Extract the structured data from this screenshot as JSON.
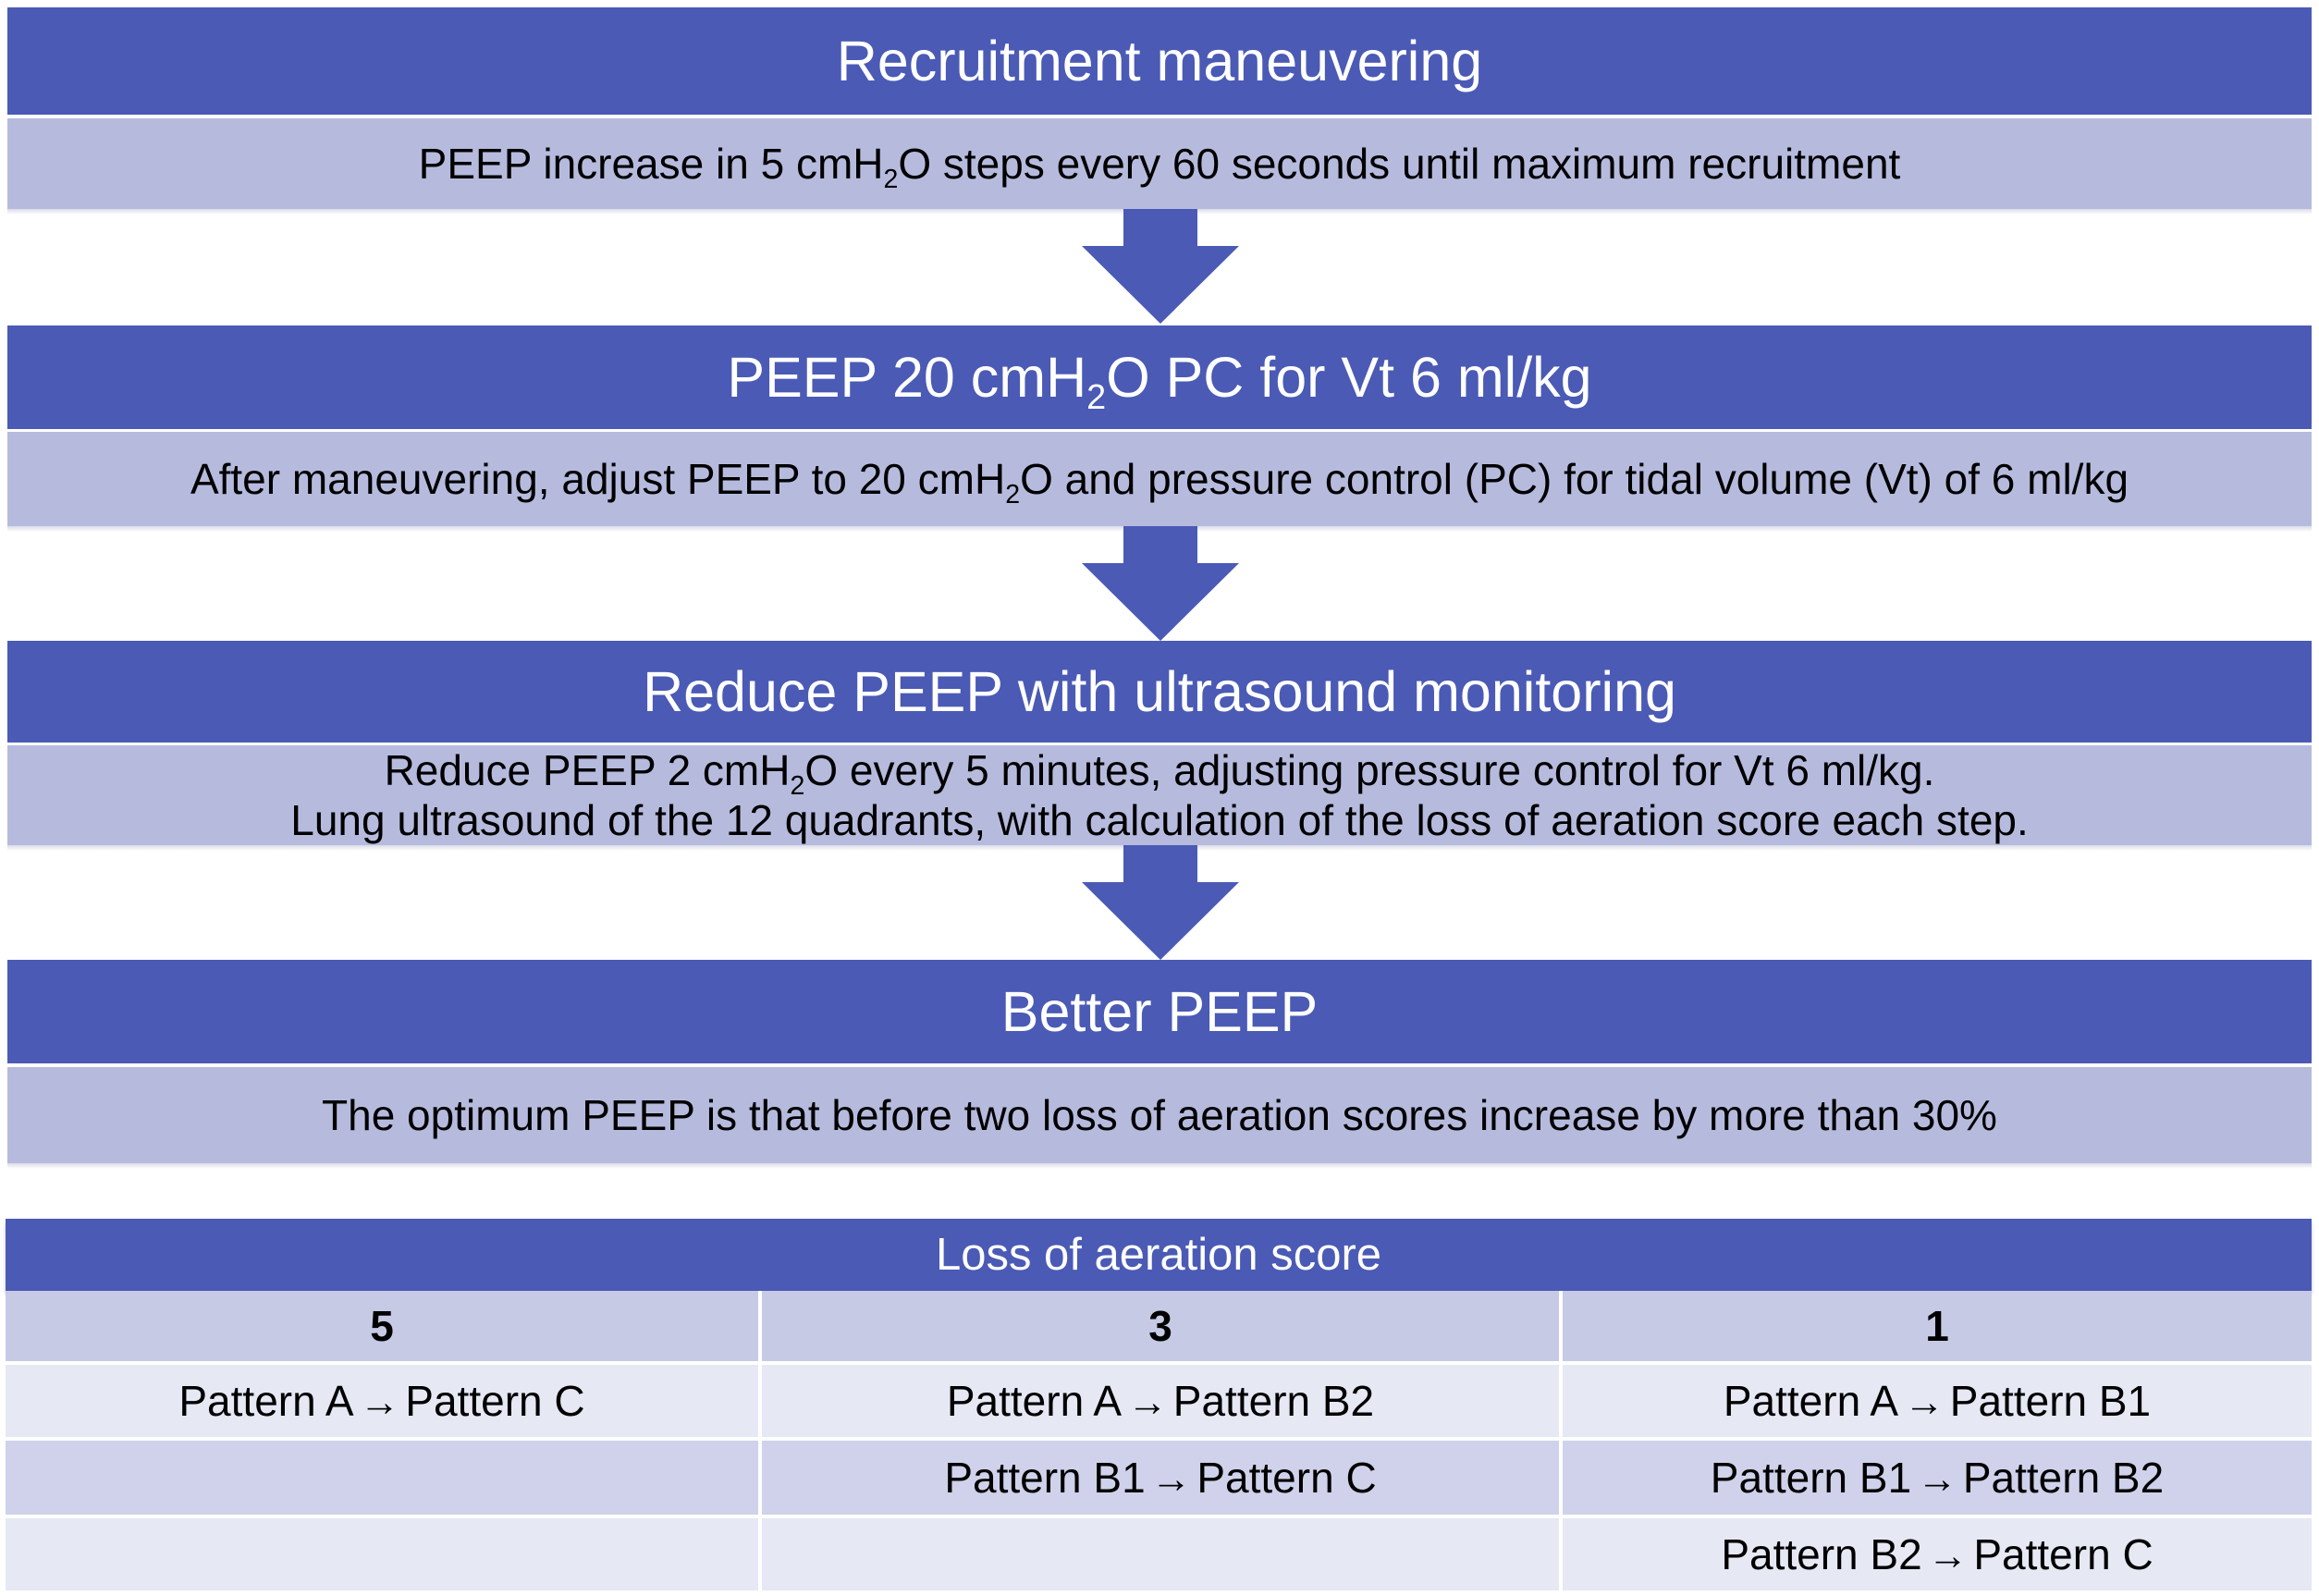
{
  "steps": [
    {
      "title": "Recruitment maneuvering",
      "description": [
        "PEEP increase in 5 cmH₂O steps every 60 seconds until maximum recruitment"
      ]
    },
    {
      "title": "PEEP 20 cmH₂O PC for Vt 6 ml/kg",
      "description": [
        "After maneuvering, adjust PEEP to 20 cmH₂O and pressure control (PC) for tidal volume (Vt) of 6 ml/kg"
      ]
    },
    {
      "title": "Reduce PEEP with ultrasound monitoring",
      "description": [
        "Reduce PEEP 2 cmH₂O every 5 minutes, adjusting pressure control for Vt 6 ml/kg.",
        "Lung ultrasound of the 12 quadrants, with calculation of the loss of aeration score each step."
      ]
    },
    {
      "title": "Better PEEP",
      "description": [
        "The optimum PEEP is that before two loss of aeration scores increase by more than 30%"
      ]
    }
  ],
  "score_table": {
    "title": "Loss of aeration score",
    "arrow_glyph": "→",
    "columns": [
      {
        "score": "5",
        "transitions": [
          {
            "from": "Pattern A",
            "to": "Pattern C"
          }
        ]
      },
      {
        "score": "3",
        "transitions": [
          {
            "from": "Pattern A",
            "to": "Pattern B2"
          },
          {
            "from": "Pattern B1",
            "to": "Pattern C"
          }
        ]
      },
      {
        "score": "1",
        "transitions": [
          {
            "from": "Pattern A",
            "to": "Pattern B1"
          },
          {
            "from": "Pattern B1",
            "to": "Pattern B2"
          },
          {
            "from": "Pattern B2",
            "to": "Pattern C"
          }
        ]
      }
    ]
  },
  "colors": {
    "title_band": "#4a5ab5",
    "description_band": "#b6bbde",
    "arrow": "#4a5ab5",
    "table_score_row": "#c7cae5",
    "table_row_light": "#e6e8f4",
    "table_row_mid": "#cfd2ea"
  },
  "icons": {
    "step_connector": "down-arrow-icon",
    "transition": "right-arrow-icon"
  }
}
